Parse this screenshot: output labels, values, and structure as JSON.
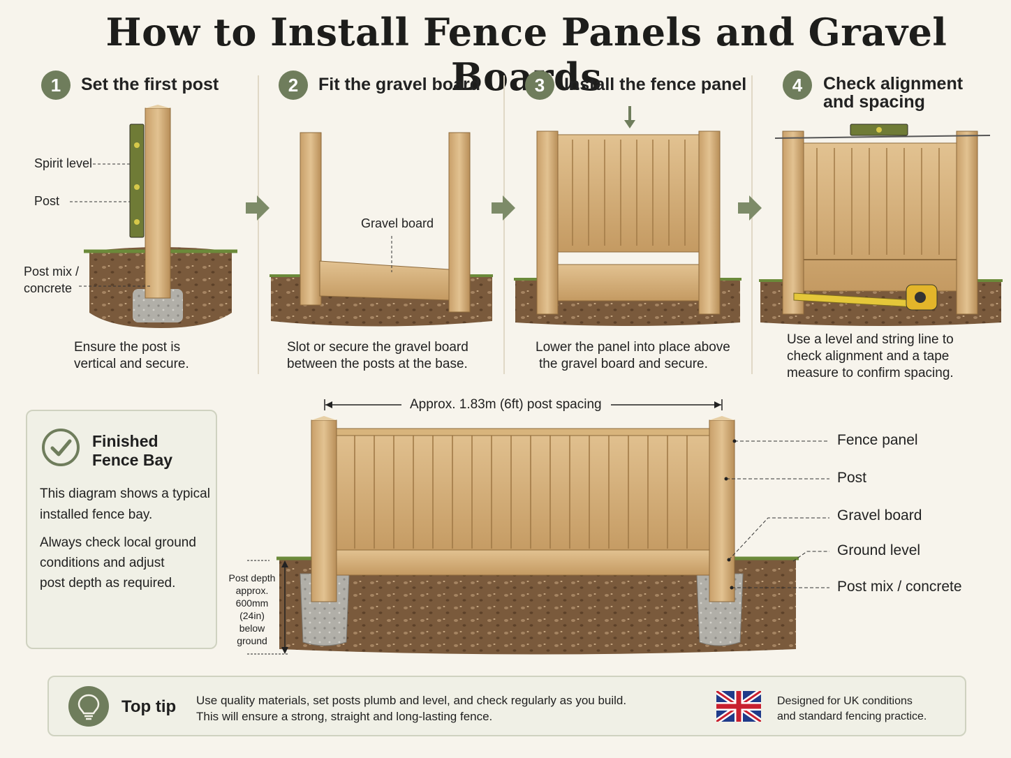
{
  "title": "How to Install Fence Panels and Gravel Boards",
  "steps": [
    {
      "num": "1",
      "title": "Set the first post",
      "caption_1": "Ensure the post is",
      "caption_2": "vertical and secure.",
      "labels": {
        "spirit_level": "Spirit level",
        "post": "Post",
        "post_mix_1": "Post mix /",
        "post_mix_2": "concrete"
      }
    },
    {
      "num": "2",
      "title": "Fit the gravel board",
      "caption_1": "Slot or secure the gravel board",
      "caption_2": "between the posts at the base.",
      "labels": {
        "gravel_board": "Gravel board"
      }
    },
    {
      "num": "3",
      "title": "Install the fence panel",
      "caption_1": "Lower the panel into place above",
      "caption_2": "the gravel board and secure."
    },
    {
      "num": "4",
      "title_1": "Check alignment",
      "title_2": "and spacing",
      "caption_1": "Use a level and string line to",
      "caption_2": "check alignment and a tape",
      "caption_3": "measure to confirm spacing."
    }
  ],
  "finished": {
    "heading_1": "Finished",
    "heading_2": "Fence Bay",
    "para1_1": "This diagram shows a typical",
    "para1_2": "installed fence bay.",
    "para2_1": "Always check local ground",
    "para2_2": "conditions and adjust",
    "para2_3": "post depth as required."
  },
  "bay": {
    "spacing_label": "Approx. 1.83m (6ft) post spacing",
    "depth_label": [
      "Post depth",
      "approx.",
      "600mm",
      "(24in)",
      "below",
      "ground"
    ],
    "callouts": [
      "Fence panel",
      "Post",
      "Gravel board",
      "Ground level",
      "Post mix / concrete"
    ]
  },
  "tip": {
    "heading": "Top tip",
    "line_1": "Use quality materials, set posts plumb and level, and check regularly as you build.",
    "line_2": "This will ensure a strong, straight and long-lasting fence.",
    "uk_1": "Designed for UK conditions",
    "uk_2": "and standard fencing practice."
  },
  "icons": [
    "check-circle-icon",
    "lightbulb-icon",
    "uk-flag-icon",
    "arrow-right-icon",
    "arrow-down-icon"
  ],
  "colors": {
    "accent_green": "#6f7d5c",
    "wood": "#d9b57e",
    "wood_dark": "#b78e56",
    "soil": "#7a5a3c",
    "concrete": "#a9a7a0"
  }
}
